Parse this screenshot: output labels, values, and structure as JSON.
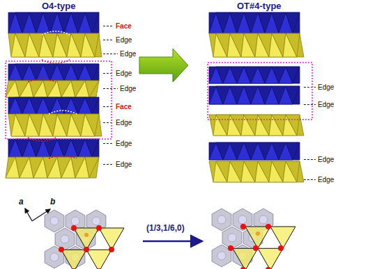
{
  "diagram": {
    "labels": [
      "O4-type",
      "OT#4-type",
      "Face",
      "Edge",
      "Edge",
      "Edge",
      "Edge",
      "Face",
      "Edge",
      "Edge",
      "Edge",
      "Edge",
      "Edge",
      "Edge",
      "Edge",
      "a",
      "b",
      "(1/3,1/6,0)"
    ]
  }
}
